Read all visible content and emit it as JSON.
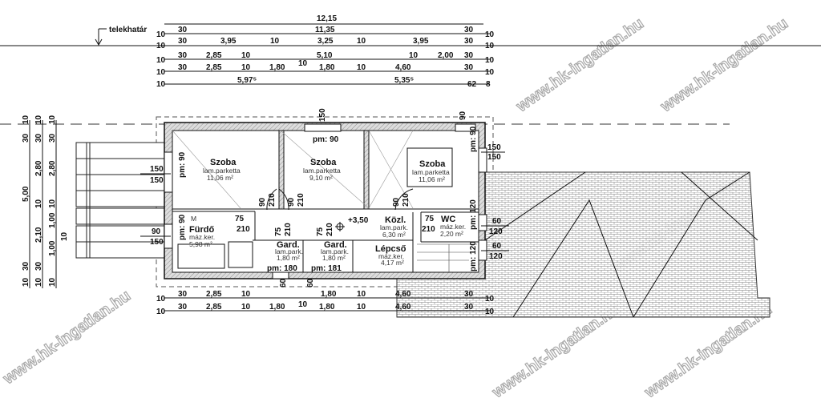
{
  "plot_boundary_label": "telekhatár",
  "dims_top": [
    {
      "labels": [
        "12,15"
      ]
    },
    {
      "labels": [
        "10",
        "30",
        "11,35",
        "30",
        "10"
      ]
    },
    {
      "labels": [
        "10",
        "30",
        "3,95",
        "10",
        "3,25",
        "10",
        "3,95",
        "30",
        "10"
      ]
    },
    {
      "labels": [
        "10",
        "30",
        "2,85",
        "10",
        "5,10",
        "10",
        "2,00",
        "30",
        "10"
      ],
      "extra": "10"
    },
    {
      "labels": [
        "10",
        "30",
        "2,85",
        "10",
        "1,80",
        "1,80",
        "10",
        "4,60",
        "30",
        "10"
      ]
    },
    {
      "labels": [
        "10",
        "5,97⁵",
        "5,35⁵",
        "62",
        "8"
      ]
    }
  ],
  "dims_bottom": [
    {
      "labels": [
        "10",
        "30",
        "2,85",
        "10",
        "1,80",
        "10",
        "4,60",
        "30",
        "10"
      ],
      "extra": "10"
    },
    {
      "labels": [
        "10",
        "30",
        "2,85",
        "10",
        "1,80",
        "1,80",
        "10",
        "4,60",
        "30",
        "10"
      ]
    }
  ],
  "dims_left": {
    "col1": [
      "10",
      "30",
      "5,00",
      "30",
      "10"
    ],
    "col2": [
      "10",
      "30",
      "2,80",
      "10",
      "2,10",
      "30",
      "10"
    ],
    "col3": [
      "10",
      "30",
      "2,80",
      "10",
      "1,00",
      "10",
      "1,00",
      "10"
    ]
  },
  "windows": {
    "left_top": [
      "150",
      "150"
    ],
    "left_bottom": [
      "90",
      "150"
    ],
    "right_top": [
      "150",
      "150"
    ],
    "right_mid": [
      "60",
      "120"
    ],
    "right_bottom": [
      "60",
      "120"
    ],
    "top_mid": "150",
    "top_right": "90",
    "bottom_mid": [
      "60",
      "60"
    ]
  },
  "sill_labels": {
    "szoba1": "pm: 90",
    "szoba2": "pm: 90",
    "szoba3": "pm: 90",
    "furdo": "pm: 90",
    "gard1": "pm: 180",
    "gard2": "pm: 181",
    "wc": "pm: 120",
    "lepcso": "pm: 120"
  },
  "rooms": [
    {
      "name": "Szoba",
      "floor": "lam.parketta",
      "area": "11,06 m²"
    },
    {
      "name": "Szoba",
      "floor": "lam.parketta",
      "area": "9,10 m²"
    },
    {
      "name": "Szoba",
      "floor": "lam.parketta",
      "area": "11,06 m²"
    },
    {
      "name": "Fürdő",
      "floor": "máz.ker.",
      "area": "5,98 m²"
    },
    {
      "name": "Gard.",
      "floor": "lam.park.",
      "area": "1,80 m²"
    },
    {
      "name": "Gard.",
      "floor": "lam.park.",
      "area": "1,80 m²"
    },
    {
      "name": "Közl.",
      "floor": "lam.park.",
      "area": "6,30 m²"
    },
    {
      "name": "WC",
      "floor": "máz.ker.",
      "area": "2,20 m²"
    },
    {
      "name": "Lépcső",
      "floor": "máz.ker.",
      "area": "4,17 m²"
    }
  ],
  "doors": {
    "w90": "90",
    "h210": "210",
    "w75": "75"
  },
  "level": "+3,50",
  "bath_marker": "M",
  "watermark": "www.hk-ingatlan.hu"
}
